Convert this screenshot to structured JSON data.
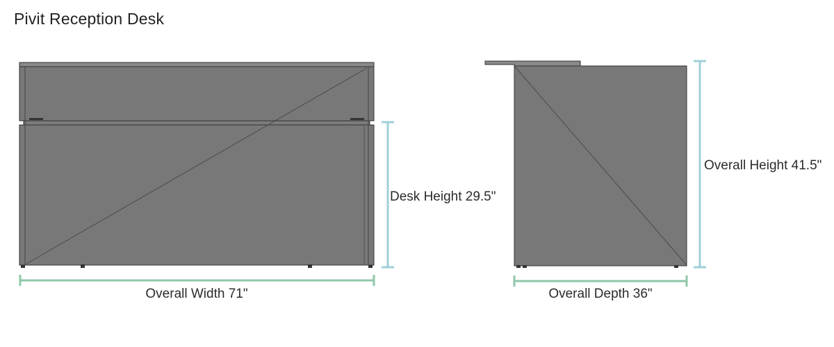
{
  "title": "Pivit Reception Desk",
  "colors": {
    "desk_fill": "#787878",
    "desk_edge": "#333333",
    "height_dimension": "#9fd0d8",
    "width_dimension": "#8fc7aa"
  },
  "views": {
    "front": {
      "dimensions": {
        "width_label": "Overall Width 71\"",
        "desk_height_label": "Desk Height 29.5\""
      }
    },
    "side": {
      "dimensions": {
        "depth_label": "Overall Depth 36\"",
        "overall_height_label": "Overall Height 41.5\""
      }
    }
  }
}
